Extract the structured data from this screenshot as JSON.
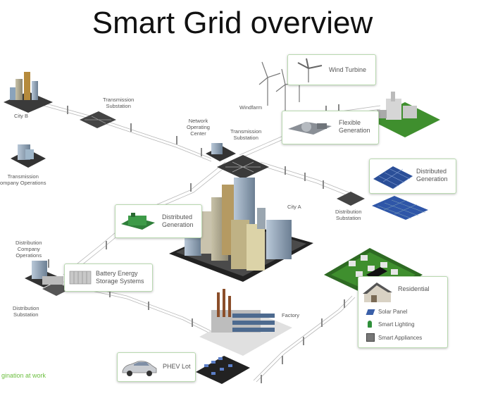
{
  "title": "Smart Grid overview",
  "labels": {
    "city_b": "City B",
    "transmission_substation_top": [
      "Transmission",
      "Substation"
    ],
    "network_operating_center": [
      "Network",
      "Operating",
      "Center"
    ],
    "windfarm": "Windfarm",
    "transmission_substation_mid": [
      "Transmission",
      "Substation"
    ],
    "transmission_company_operations": [
      "Transmission",
      "ompany Operations"
    ],
    "city_a": "City A",
    "distribution_substation_right": [
      "Distribution",
      "Substation"
    ],
    "distribution_company_operations": [
      "Distribution",
      "Company",
      "Operations"
    ],
    "distribution_substation_left": [
      "Distribution",
      "Substation"
    ],
    "factory": "Factory"
  },
  "callouts": {
    "wind_turbine": "Wind Turbine",
    "flexible_generation": [
      "Flexible",
      "Generation"
    ],
    "distributed_generation_right": [
      "Distributed",
      "Generation"
    ],
    "distributed_generation_center": [
      "Distributed",
      "Generation"
    ],
    "battery_storage": [
      "Battery Energy",
      "Storage Systems"
    ],
    "residential": "Residential",
    "residential_items": [
      "Solar Panel",
      "Smart Lighting",
      "Smart Appliances"
    ],
    "phev_lot": "PHEV Lot"
  },
  "footer": "gination at work",
  "colors": {
    "accent_green": "#6cbf3f",
    "box_border": "#b9d9b0",
    "grass": "#3f8f2e"
  }
}
